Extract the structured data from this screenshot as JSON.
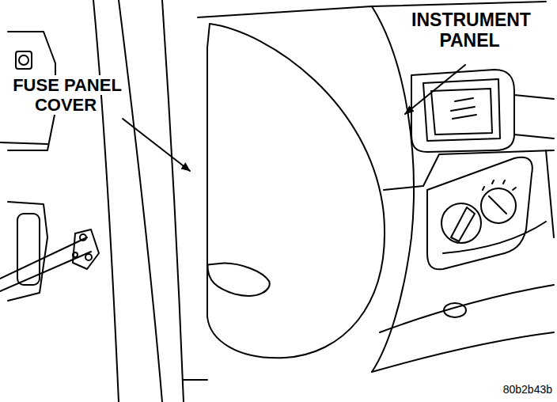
{
  "diagram": {
    "labels": [
      "FUSE PANEL COVER",
      "INSTRUMENT PANEL",
      "80b2b43b"
    ]
  }
}
